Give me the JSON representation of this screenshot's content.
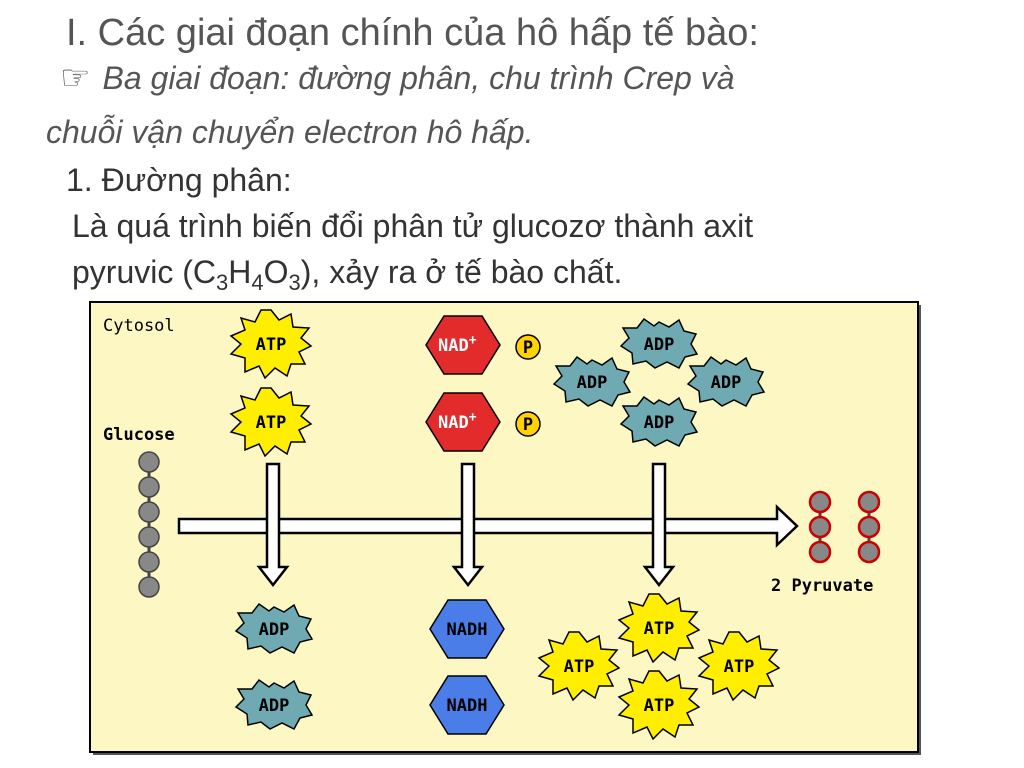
{
  "slide": {
    "title": "I. Các giai đoạn chính của hô hấp tế bào:",
    "bullet_line_1": "Ba giai đoạn: đường phân, chu trình Crep và",
    "bullet_line_2": "chuỗi vận chuyển electron hô hấp.",
    "sub_heading": "1. Đường phân:",
    "body_line_1": "Là quá trình biến đổi phân tử glucozơ thành axit",
    "body_line_2": {
      "prefix": "pyruvic (C",
      "c_sub": "3",
      "h": "H",
      "h_sub": "4",
      "o": "O",
      "o_sub": "3",
      "suffix": "), xảy ra ở tế bào chất."
    }
  },
  "diagram": {
    "cytosol_label": "Cytosol",
    "glucose_label": "Glucose",
    "pyruvate_label": "2 Pyruvate",
    "atp_label": "ATP",
    "adp_label": "ADP",
    "nad_label": "NAD",
    "nad_sup": "+",
    "p_label": "P",
    "nadh_label": "NADH",
    "colors": {
      "panel_bg": "#fdf8c3",
      "atp_fill": "#ffee00",
      "adp_fill": "#6fa9b1",
      "nad_fill": "#e32b2b",
      "nadh_fill": "#4a7de8",
      "phosphate_fill": "#ffd200",
      "carbon_fill": "#888888",
      "pyruvate_outline": "#cc0000"
    }
  }
}
